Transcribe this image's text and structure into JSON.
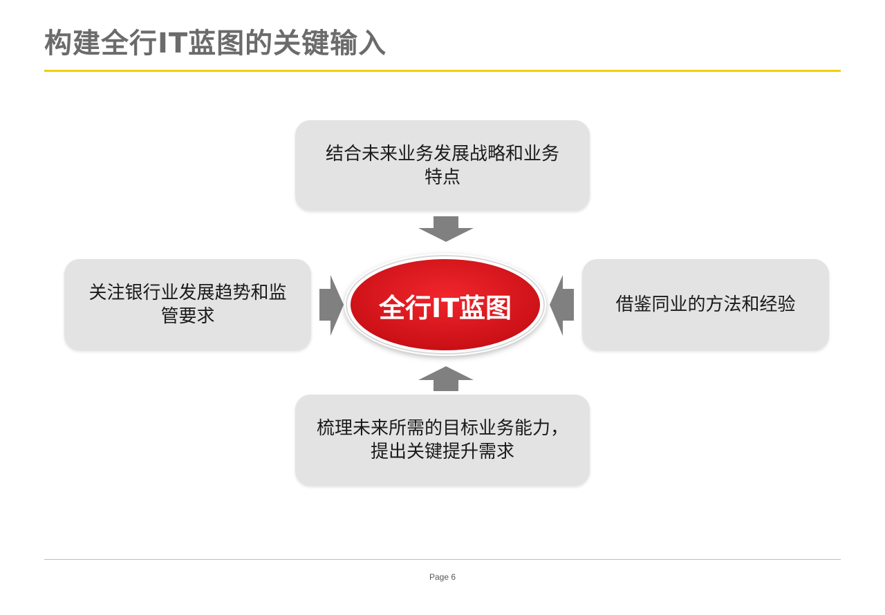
{
  "slide": {
    "title": "构建全行IT蓝图的关键输入",
    "accent_color": "#f0d000",
    "page_label": "Page 6"
  },
  "diagram": {
    "center": {
      "label": "全行IT蓝图",
      "fill": "#e2161e"
    },
    "inputs": {
      "top": "结合未来业务发展战略和业务\n特点",
      "left": "关注银行业发展趋势和监\n管要求",
      "right": "借鉴同业的方法和经验",
      "bottom": "梳理未来所需的目标业务能力，\n提出关键提升需求"
    },
    "arrow_color": "#808080",
    "box_color": "#e3e3e3"
  }
}
